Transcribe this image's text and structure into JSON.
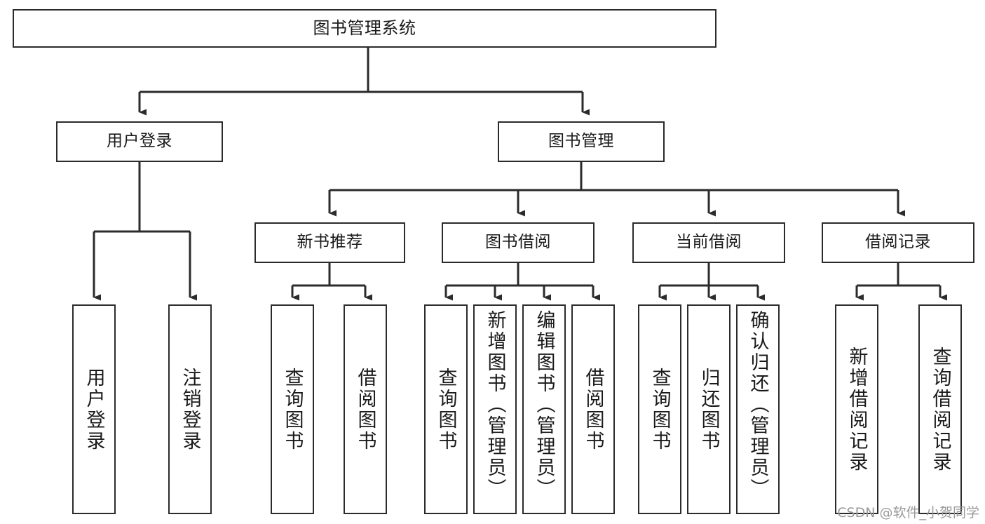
{
  "diagram": {
    "type": "tree-hierarchy-chart",
    "title": "图书管理系统",
    "watermark": "CSDN @软件_小贺同学",
    "colors": {
      "box_border": "#2b2b2b",
      "box_fill": "#ffffff",
      "edge": "#2b2b2b",
      "text": "#1a1a1a",
      "watermark": "#9a9a9a",
      "background": "#ffffff"
    },
    "root": {
      "label": "图书管理系统"
    },
    "level2": [
      {
        "label": "用户登录"
      },
      {
        "label": "图书管理"
      }
    ],
    "level3": [
      {
        "label": "新书推荐"
      },
      {
        "label": "图书借阅"
      },
      {
        "label": "当前借阅"
      },
      {
        "label": "借阅记录"
      }
    ],
    "leaves": {
      "user_login": [
        {
          "label": "用户登录"
        },
        {
          "label": "注销登录"
        }
      ],
      "new_book_recommend": [
        {
          "label": "查询图书"
        },
        {
          "label": "借阅图书"
        }
      ],
      "book_borrow": [
        {
          "label": "查询图书"
        },
        {
          "label": "新增图书（管理员）"
        },
        {
          "label": "编辑图书（管理员）"
        },
        {
          "label": "借阅图书"
        }
      ],
      "current_borrow": [
        {
          "label": "查询图书"
        },
        {
          "label": "归还图书"
        },
        {
          "label": "确认归还（管理员）"
        }
      ],
      "borrow_record": [
        {
          "label": "新增借阅记录"
        },
        {
          "label": "查询借阅记录"
        }
      ]
    }
  }
}
